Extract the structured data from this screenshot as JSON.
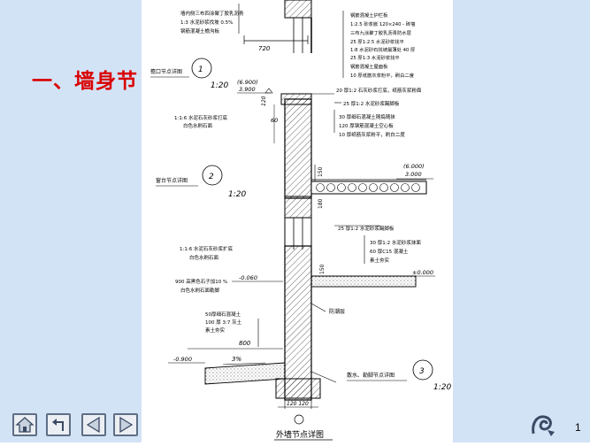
{
  "slide": {
    "title": "一、墙身节",
    "page_number": "1"
  },
  "nav": {
    "home_icon": "home-icon",
    "back_icon": "return-icon",
    "prev_icon": "triangle-left-icon",
    "next_icon": "triangle-right-icon",
    "end_icon": "spiral-end-icon"
  },
  "colors": {
    "side_panel": "#d3e3f6",
    "title": "#d90000",
    "button_border": "#5d6e85"
  },
  "drawing": {
    "top_left_notes": [
      "墙内侧三布四涂聚丁胶乳沥青",
      "1:3 水泥砂浆找坡 0.5%",
      "钢筋混凝土檐沟板"
    ],
    "top_right_notes": [
      "钢筋混凝土护栏板",
      "1:2.5 砂浆嵌 120×240 - 砖墙",
      "三布九涂聚丁胶乳沥青防水层",
      "25 厚1:2.5 水泥砂浆找平",
      "1:8 水泥砂石找坡最薄处 40 厚",
      "25 厚1:3 水泥砂浆找平",
      "钢筋混凝土屋面板",
      "10 厚纸筋灰浆粉平，刷白二度"
    ],
    "dim_720": "720",
    "detail1_label": "檐口节点详图",
    "detail1_num": "1",
    "detail1_scale": "1:20",
    "elev_6900": "(6.900)",
    "elev_3900": "3.900",
    "dim_120": "120",
    "dim_60": "60",
    "note_20_paint": "20 厚1:2 石灰砂浆打底，纸筋灰浆粉面",
    "note_25_skirt": "25 厚1:2 水泥砂浆踢脚板",
    "note_116": [
      "1:1:6 水泥石灰砂浆打底",
      "白色水刷石面"
    ],
    "note_30": "30 厚细石混凝土随捣随抹",
    "note_120_slab": "120 厚钢筋混凝土空心板",
    "note_10": "10 厚纸筋灰浆粉平，刷白二度",
    "dim_150a": "150",
    "dim_180": "180",
    "elev_6000": "(6.000)",
    "elev_3000": "3.000",
    "detail2_label": "窗台节点详图",
    "detail2_num": "2",
    "detail2_scale": "1:20",
    "note_25_floor": "25 厚1:2 水泥砂浆踢脚板",
    "note_30_floor": "30 厚1:2 水泥砂浆抹面",
    "note_60_floor": "60 厚C15 混凝土",
    "note_soil1": "素土夯实",
    "note_116b": [
      "1:1:6 水泥石灰砂浆扩底",
      "白色水刷石面"
    ],
    "dim_150b": "150",
    "elev_0000": "±0.000",
    "elev_m0060": "-0.060",
    "note_900": [
      "900 高黑色石子加10 %",
      "白色水刷石面勒脚"
    ],
    "note_dpc": "防潮层",
    "note_50": [
      "50厚细石混凝土",
      "100 厚 3:7 灰土",
      "素土夯实"
    ],
    "dim_800": "800",
    "elev_m0900": "-0.900",
    "slope_3": "3%",
    "detail3_label": "散水、勒脚节点详图",
    "detail3_num": "3",
    "detail3_scale": "1:20",
    "dim_bottom": "120 120",
    "caption": "外墙节点详图"
  }
}
